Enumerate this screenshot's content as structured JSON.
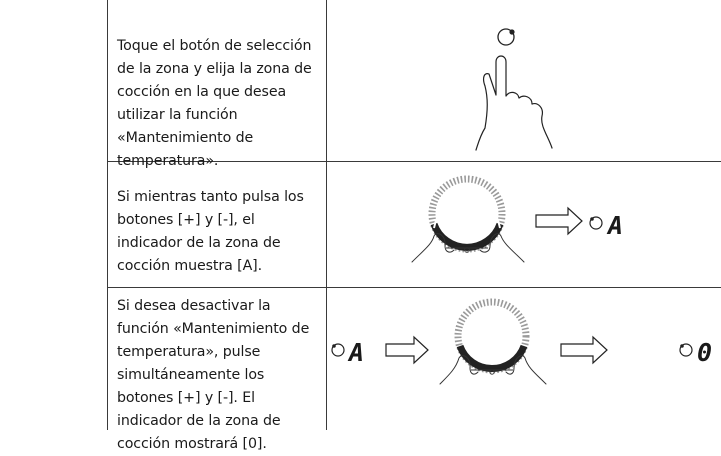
{
  "steps": [
    {
      "text": "Toque el botón de selección de la zona y elija la zona de cocción en la que desea utilizar la función «Mantenimiento de temperatura»."
    },
    {
      "text": "Si mientras tanto pulsa los botones [+] y [-], el indicador de la zona de cocción muestra [A]."
    },
    {
      "text": "Si desea desactivar la función «Mantenimiento de temperatura», pulse simultáneamente los botones [+] y [-]. El indicador de la zona de cocción mostrará [0]."
    }
  ],
  "display": {
    "step2_result": "A",
    "step3_start": "A",
    "step3_result": "0"
  },
  "icons": [
    "zone-select-circle-icon",
    "finger-touch-icon",
    "hands-on-dial-icon",
    "arrow-right-icon"
  ]
}
